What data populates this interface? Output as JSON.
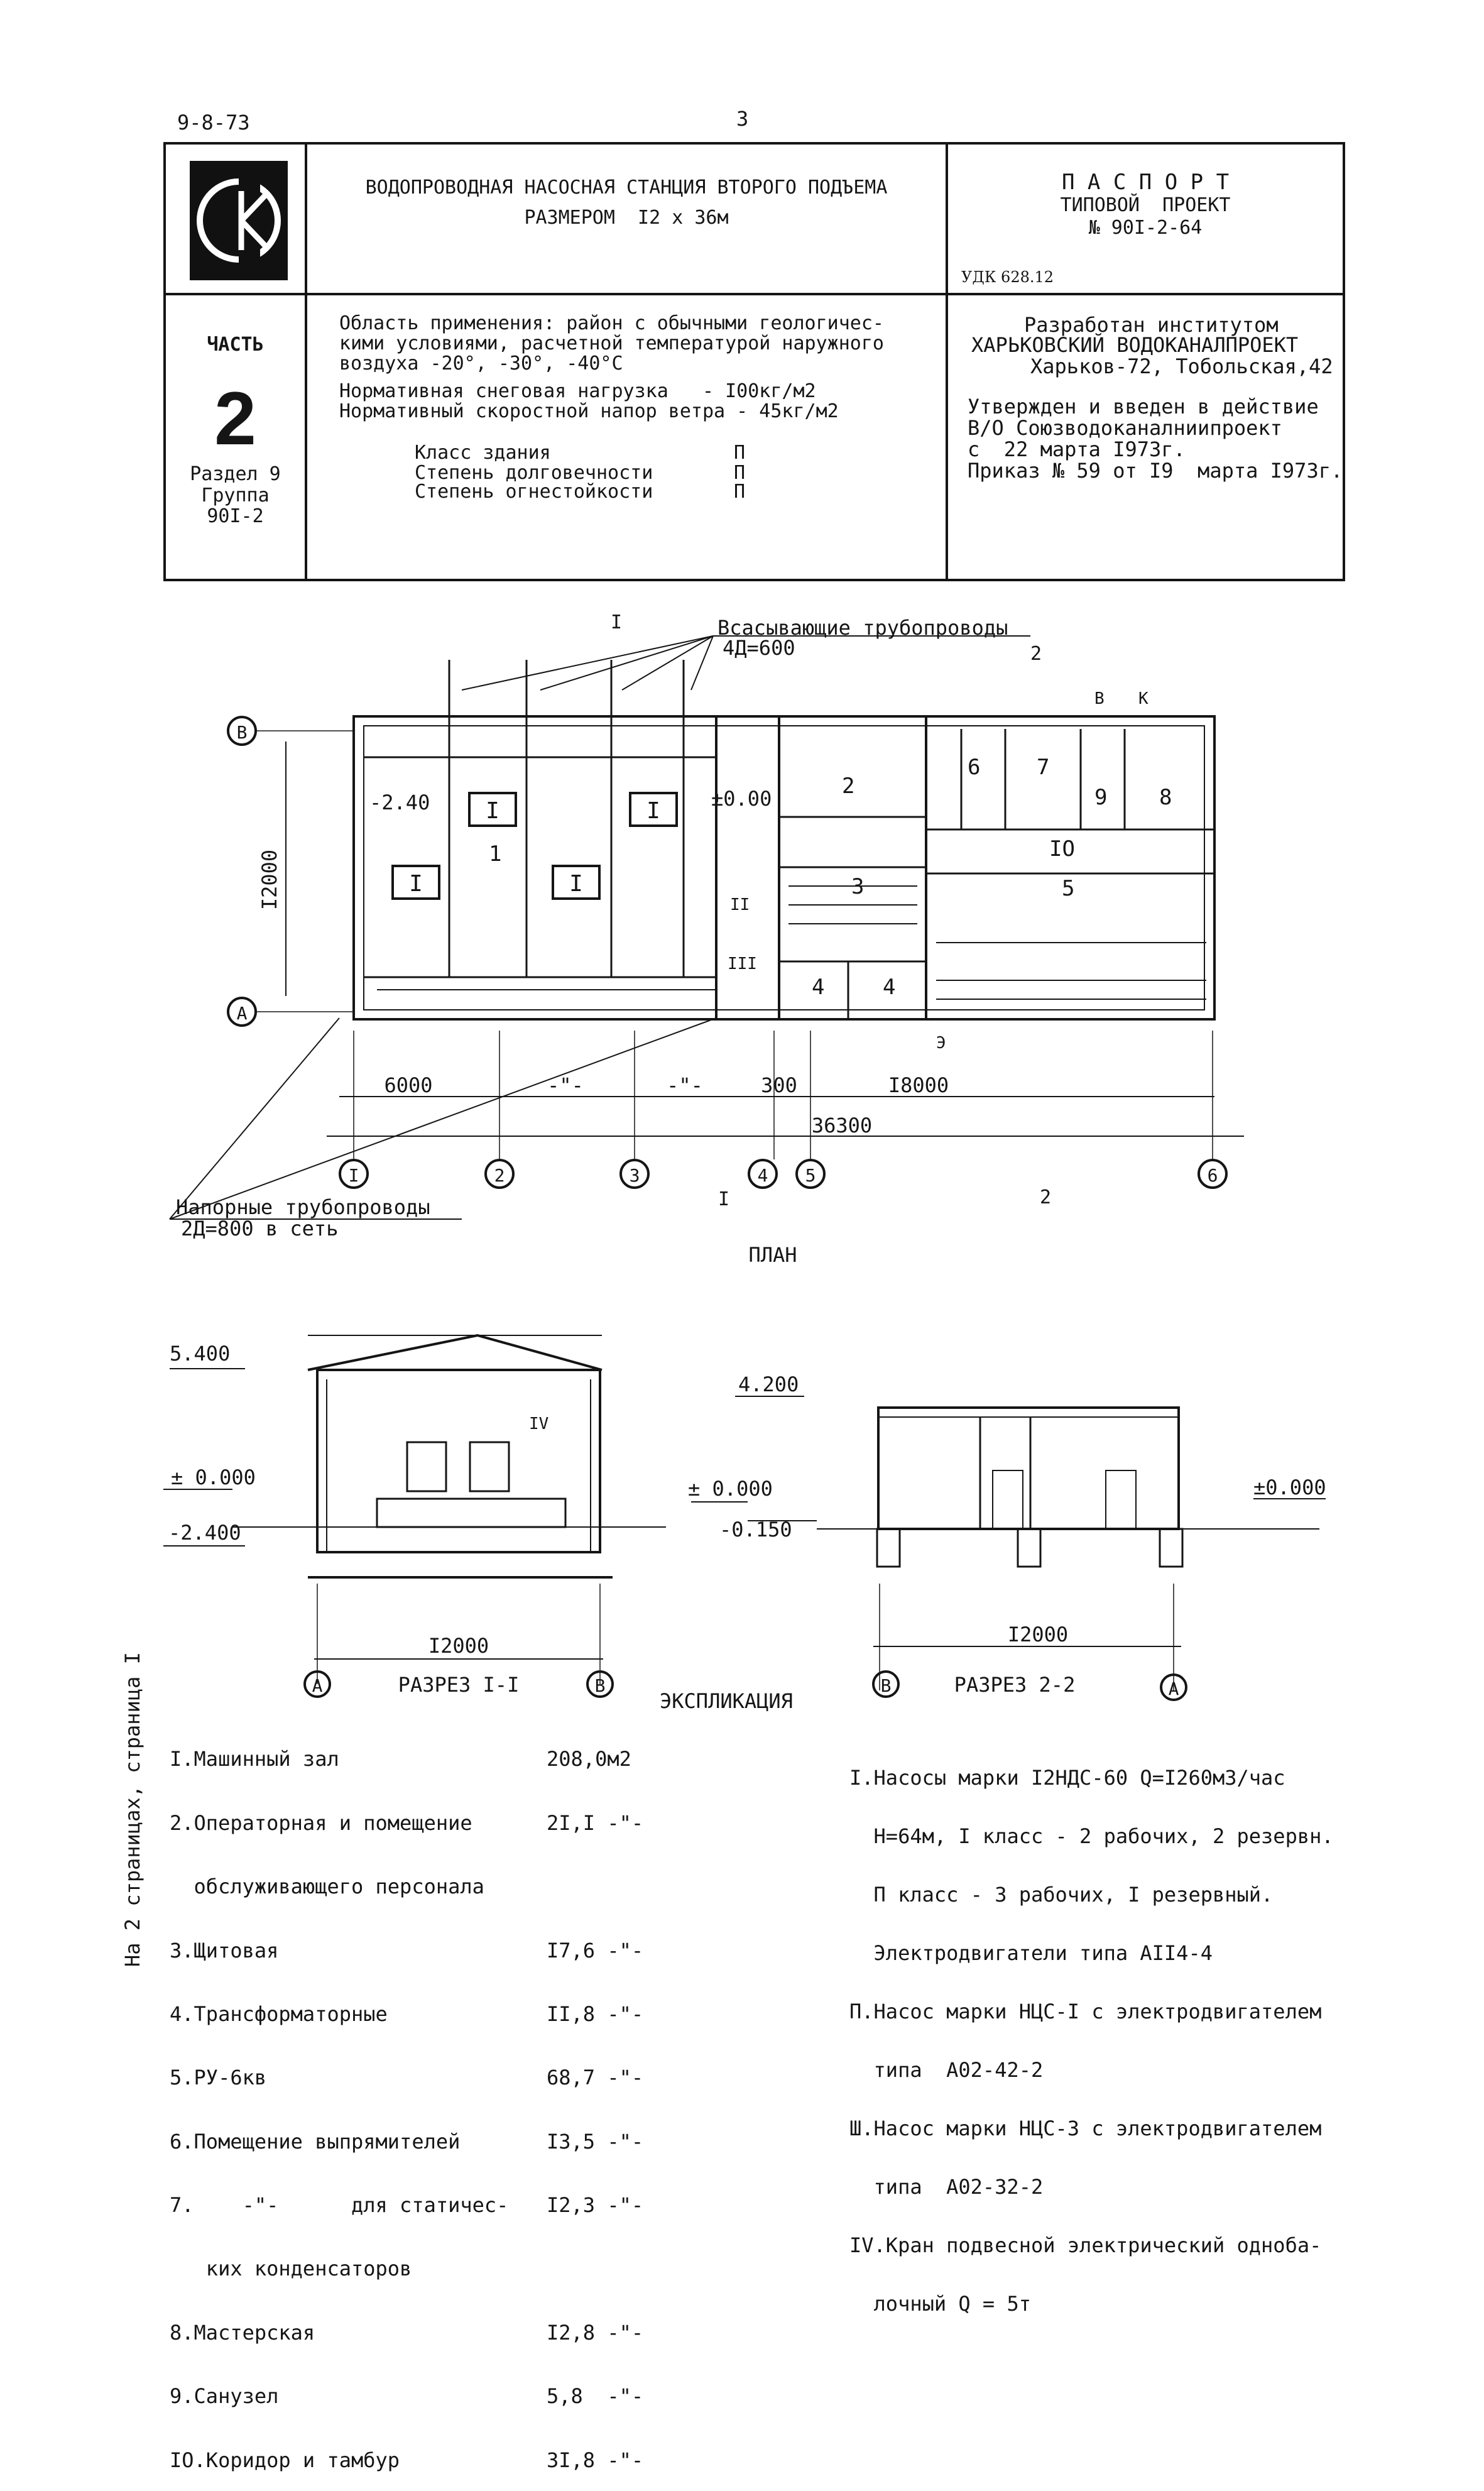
{
  "header": {
    "doc_code": "9-8-73",
    "page_number": "3"
  },
  "title_block": {
    "logo_letters": "СК",
    "project_title_line1": "ВОДОПРОВОДНАЯ НАСОСНАЯ СТАНЦИЯ ВТОРОГО ПОДЪЕМА",
    "project_title_line2": "РАЗМЕРОМ  I2 x 36м",
    "passport": "П А С П О Р Т",
    "typical_project": "ТИПОВОЙ  ПРОЕКТ",
    "project_number": "№ 90I-2-64",
    "udk": "УДК 628.12",
    "part_label": "ЧАСТЬ",
    "part_number": "2",
    "section": "Раздел 9",
    "group_label": "Группа",
    "group_number": "90I-2",
    "application_lines": [
      "Область применения: район с обычными геологичес-",
      "кими условиями, расчетной температурой наружного",
      "воздуха -20°, -30°, -40°С"
    ],
    "snow_load": "Нормативная снеговая нагрузка   - I00кг/м2",
    "wind_load": "Нормативный скоростной напор ветра - 45кг/м2",
    "building_class_label": "Класс здания",
    "building_class_value": "П",
    "durability_label": "Степень долговечности",
    "durability_value": "П",
    "fire_label": "Степень огнестойкости",
    "fire_value": "П",
    "developer_lines": [
      "Разработан институтом",
      "ХАРЬКОВСКИЙ ВОДОКАНАЛПРОЕКТ",
      "Харьков-72, Тобольская,42"
    ],
    "approval_lines": [
      "Утвержден и введен в действие",
      "В/О Союзводоканалниипроект",
      "с  22 марта I973г.",
      "Приказ № 59 от I9  марта I973г."
    ]
  },
  "plan": {
    "caption": "ПЛАН",
    "suction_label_1": "Всасывающие трубопроводы",
    "suction_label_2": "4Д=600",
    "pressure_label_1": "Напорные трубопроводы",
    "pressure_label_2": "2Д=800  в сеть",
    "axis_letters": [
      "В",
      "А"
    ],
    "axis_numbers": [
      "I",
      "2",
      "3",
      "4",
      "5",
      "6"
    ],
    "dim_width": "I2000",
    "dim_segments": [
      "6000",
      "-\"-",
      "-\"-",
      "300",
      "I8000"
    ],
    "dim_total": "36300",
    "level_hall": "-2.40",
    "level_zero": "±0.00",
    "pump_marks": [
      "I",
      "I",
      "I",
      "I"
    ],
    "room_numbers": [
      "1",
      "2",
      "3",
      "4",
      "4",
      "5",
      "6",
      "7",
      "8",
      "9",
      "IO"
    ],
    "equipment_marks": [
      "II",
      "III"
    ],
    "section_marks": [
      "I",
      "I",
      "2",
      "2"
    ],
    "small_marks": [
      "В",
      "К",
      "Э"
    ]
  },
  "section_1": {
    "caption": "РАЗРЕЗ I-I",
    "level_top": "5.400",
    "level_zero": "± 0.000",
    "level_zero_right": "± 0.000",
    "level_bottom": "-2.400",
    "crane_mark": "IV",
    "dim": "I2000",
    "axis_left": "А",
    "axis_right": "В"
  },
  "section_2": {
    "caption": "РАЗРЕЗ 2-2",
    "level_top": "4.200",
    "level_ground": "-0.150",
    "level_zero_right": "±0.000",
    "dim": "I2000",
    "axis_left": "В",
    "axis_right": "А"
  },
  "explication": {
    "title": "ЭКСПЛИКАЦИЯ",
    "rooms": [
      "I.Машинный зал",
      "2.Операторная и помещение",
      "  обслуживающего персонала",
      "3.Щитовая",
      "4.Трансформаторные",
      "5.РУ-6кв",
      "6.Помещение выпрямителей",
      "7.    -\"-      для статичес-",
      "   ких конденсаторов",
      "8.Мастерская",
      "9.Санузел",
      "IO.Коридор и тамбур"
    ],
    "areas": [
      "208,0м2",
      "2I,I -\"-",
      "",
      "I7,6 -\"-",
      "II,8 -\"-",
      "68,7 -\"-",
      "I3,5 -\"-",
      "I2,3 -\"-",
      "",
      "I2,8 -\"-",
      "5,8  -\"-",
      "3I,8 -\"-"
    ],
    "equipment": [
      "I.Насосы марки I2НДС-60 Q=I260м3/час",
      "  Н=64м, I класс - 2 рабочих, 2 резервн.",
      "  П класс - 3 рабочих, I резервный.",
      "  Электродвигатели типа АII4-4",
      "П.Насос марки НЦС-I с электродвигателем",
      "  типа  А02-42-2",
      "Ш.Насос марки НЦС-3 с электродвигателем",
      "  типа  А02-32-2",
      "IV.Кран подвесной электрический однoба-",
      "  лочный Q = 5т"
    ]
  },
  "side_note": "На 2 страницах, страница I"
}
